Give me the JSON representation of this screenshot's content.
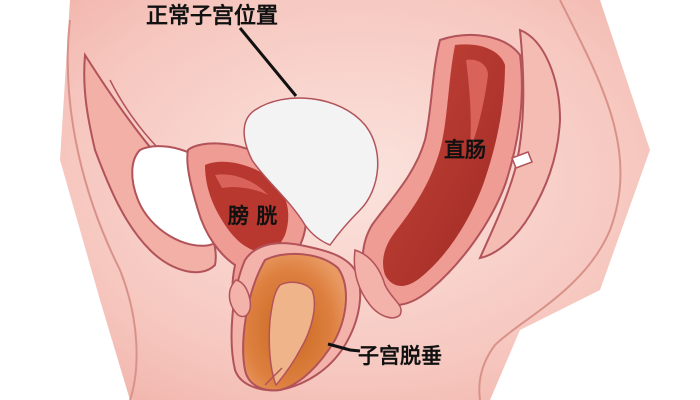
{
  "labels": {
    "normal_uterus_position": "正常子宫位置",
    "bladder": "膀 胱",
    "rectum": "直肠",
    "uterine_prolapse": "子宫脱垂"
  },
  "colors": {
    "skin": "#f6c7bf",
    "outline": "#b2535a",
    "tissue_pink": "#f0a4a0",
    "organ_red": "#b8372f",
    "organ_red_light": "#d9625a",
    "uterus_orange": "#d7722e",
    "uterus_light": "#e8925a",
    "normal_uterus": "#f3f3f3"
  }
}
